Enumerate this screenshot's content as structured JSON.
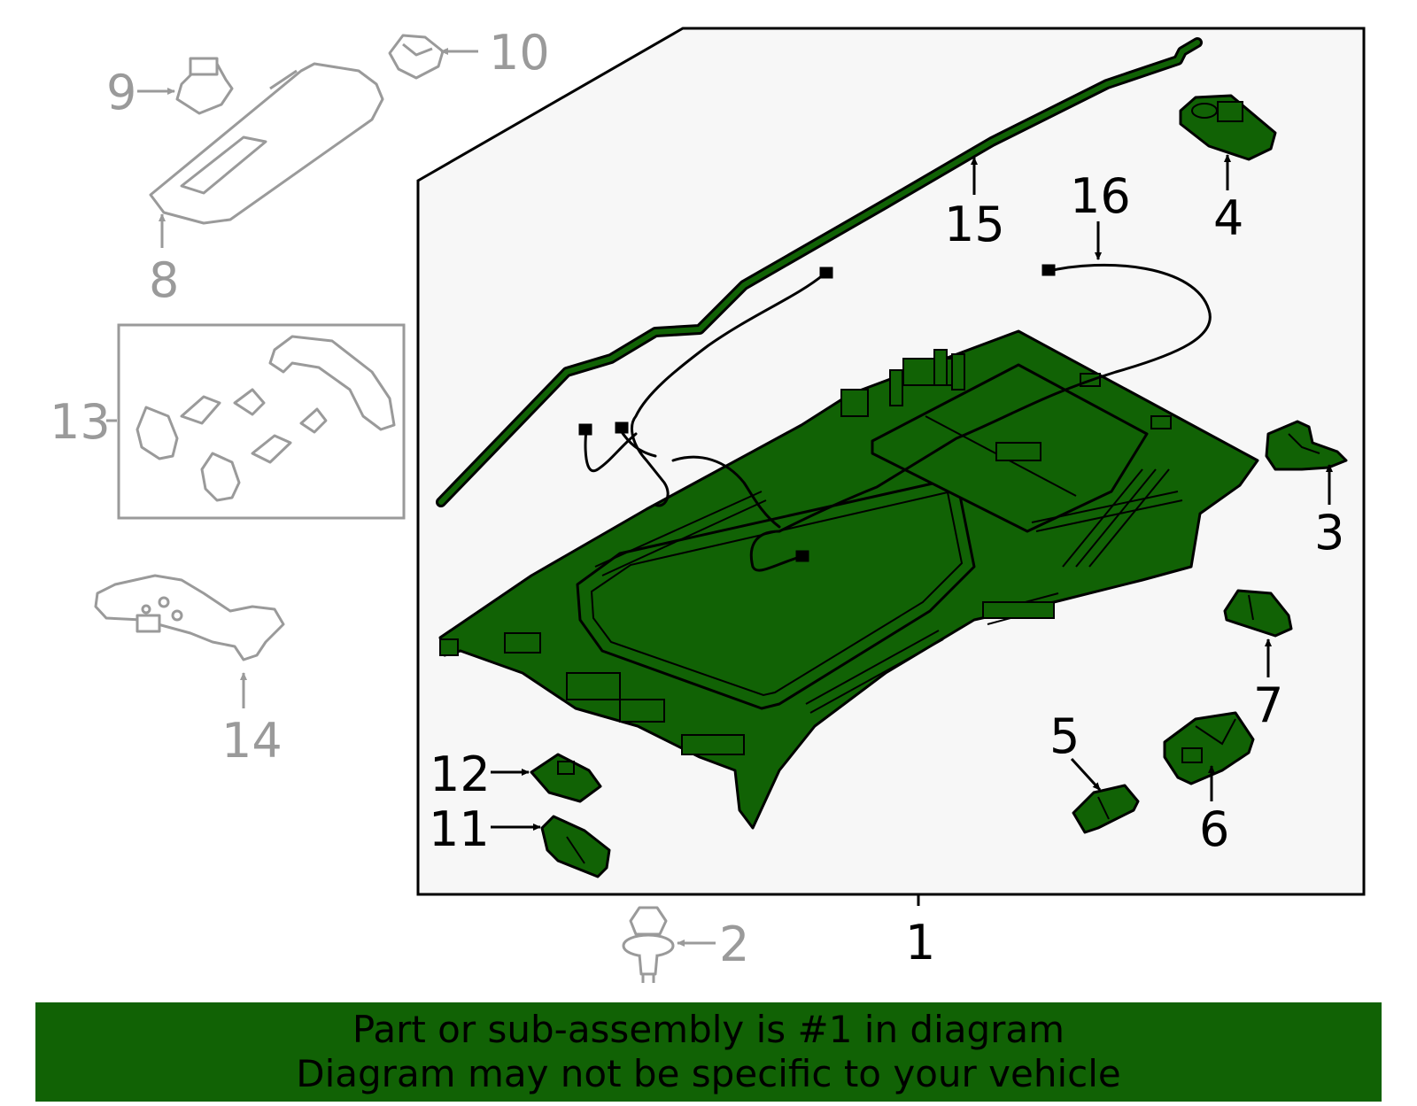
{
  "colors": {
    "highlight": "#116205",
    "ghost": "#9a9a9a",
    "panel": "#f7f7f7"
  },
  "callouts": [
    {
      "id": "1",
      "label": "1",
      "tone": "black"
    },
    {
      "id": "2",
      "label": "2",
      "tone": "gray"
    },
    {
      "id": "3",
      "label": "3",
      "tone": "black"
    },
    {
      "id": "4",
      "label": "4",
      "tone": "black"
    },
    {
      "id": "5",
      "label": "5",
      "tone": "black"
    },
    {
      "id": "6",
      "label": "6",
      "tone": "black"
    },
    {
      "id": "7",
      "label": "7",
      "tone": "black"
    },
    {
      "id": "8",
      "label": "8",
      "tone": "gray"
    },
    {
      "id": "9",
      "label": "9",
      "tone": "gray"
    },
    {
      "id": "10",
      "label": "10",
      "tone": "gray"
    },
    {
      "id": "11",
      "label": "11",
      "tone": "black"
    },
    {
      "id": "12",
      "label": "12",
      "tone": "black"
    },
    {
      "id": "13",
      "label": "13",
      "tone": "gray"
    },
    {
      "id": "14",
      "label": "14",
      "tone": "gray"
    },
    {
      "id": "15",
      "label": "15",
      "tone": "black"
    },
    {
      "id": "16",
      "label": "16",
      "tone": "black"
    }
  ],
  "banner": {
    "line1": "Part or sub-assembly is #1 in diagram",
    "line2": "Diagram may not be specific to your vehicle"
  }
}
